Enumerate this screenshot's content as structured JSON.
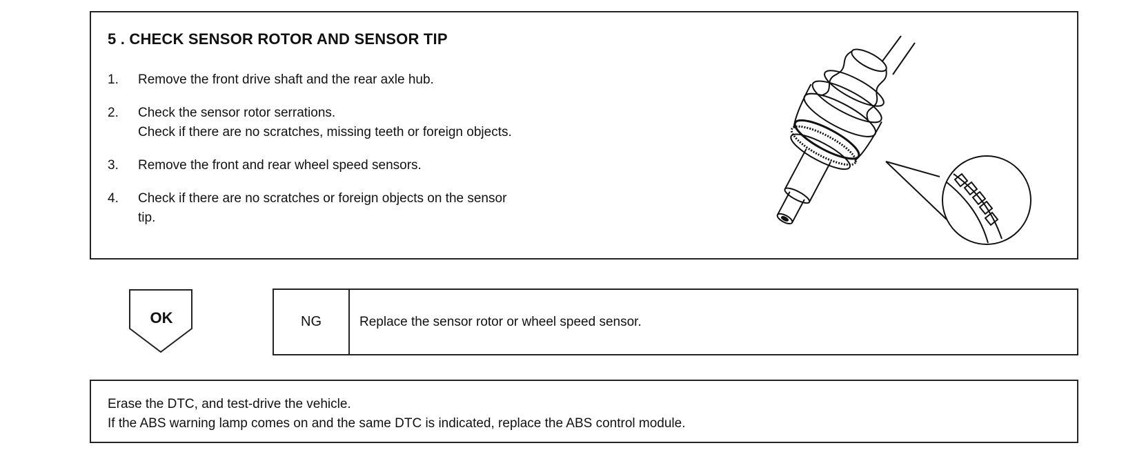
{
  "step": {
    "title": "5 . CHECK SENSOR ROTOR AND SENSOR TIP",
    "items": [
      {
        "num": "1.",
        "lines": [
          "Remove the front drive shaft and the rear axle hub."
        ]
      },
      {
        "num": "2.",
        "lines": [
          "Check the sensor rotor serrations.",
          "Check if there are no scratches, missing teeth or foreign objects."
        ]
      },
      {
        "num": "3.",
        "lines": [
          "Remove the front and rear wheel speed sensors."
        ]
      },
      {
        "num": "4.",
        "lines": [
          "Check if there are no scratches or foreign objects on the sensor",
          "tip."
        ]
      }
    ]
  },
  "ok": {
    "label": "OK"
  },
  "ng": {
    "label": "NG",
    "text": "Replace the sensor rotor or wheel speed sensor."
  },
  "final": {
    "lines": [
      "Erase the DTC, and test-drive the vehicle.",
      "If the ABS warning lamp comes on and the same DTC is indicated, replace the ABS control module."
    ]
  }
}
